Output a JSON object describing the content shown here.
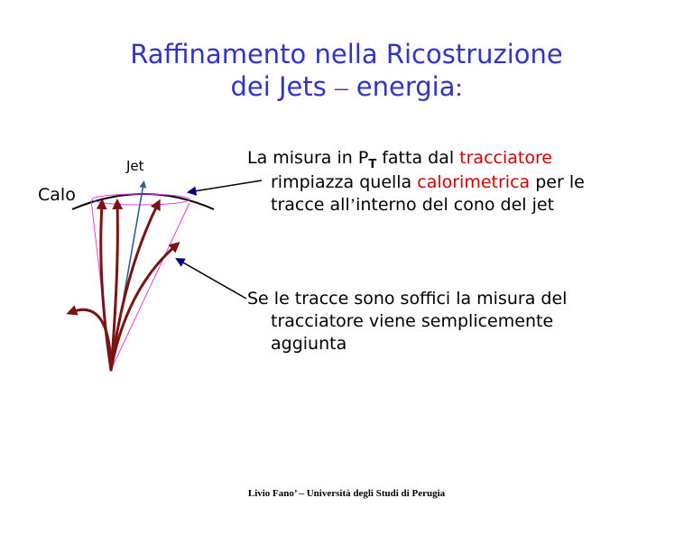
{
  "title": {
    "line1": "Raffinamento nella Ricostruzione",
    "line2_a": "dei Jets ",
    "line2_dash": "–",
    "line2_b": " energia",
    "line2_colon": ":"
  },
  "diagram": {
    "jet_label": "Jet",
    "calo_label": "Calo"
  },
  "bullet1": {
    "t1": "La misura in P",
    "sub": "T",
    "t2": " fatta dal ",
    "red1": "tracciatore",
    "t3": "rimpiazza quella ",
    "red2": "calorimetrica",
    "t4": " per le",
    "t5": "tracce all",
    "apos": "’",
    "t6": "interno del cono del jet"
  },
  "bullet2": {
    "l1": "Se le tracce sono soffici la misura del",
    "l2": "tracciatore viene semplicemente",
    "l3": "aggiunta"
  },
  "footer": {
    "text": "Livio Fano’ – Università degli Studi di Perugia"
  },
  "colors": {
    "title": "#3333cc",
    "highlight": "#cc0000",
    "tracks": "#7a1414",
    "jet_axis": "#2f5f8f",
    "cone": "#e040e0",
    "arrows": "#000080"
  }
}
